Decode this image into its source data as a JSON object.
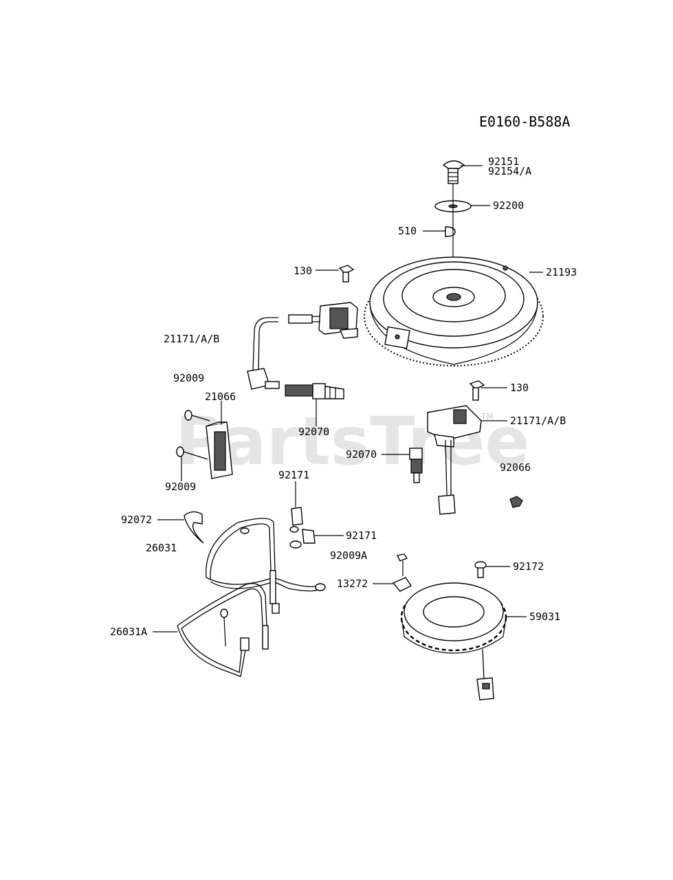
{
  "diagram": {
    "code": "E0160-B588A",
    "watermark": "PartsTree",
    "watermark_tm": "TM",
    "labels": {
      "p92151": "92151",
      "p92154a": "92154/A",
      "p92200": "92200",
      "p510": "510",
      "p130_top": "130",
      "p21193": "21193",
      "p21171_left": "21171/A/B",
      "p92009_top": "92009",
      "p21066": "21066",
      "p92070_left": "92070",
      "p130_right": "130",
      "p21171_right": "21171/A/B",
      "p92070_right": "92070",
      "p92066": "92066",
      "p92009_bottom": "92009",
      "p92171_top": "92171",
      "p92072": "92072",
      "p92171_right": "92171",
      "p26031": "26031",
      "p92009a": "92009A",
      "p92172": "92172",
      "p13272": "13272",
      "p59031": "59031",
      "p26031a": "26031A"
    }
  }
}
